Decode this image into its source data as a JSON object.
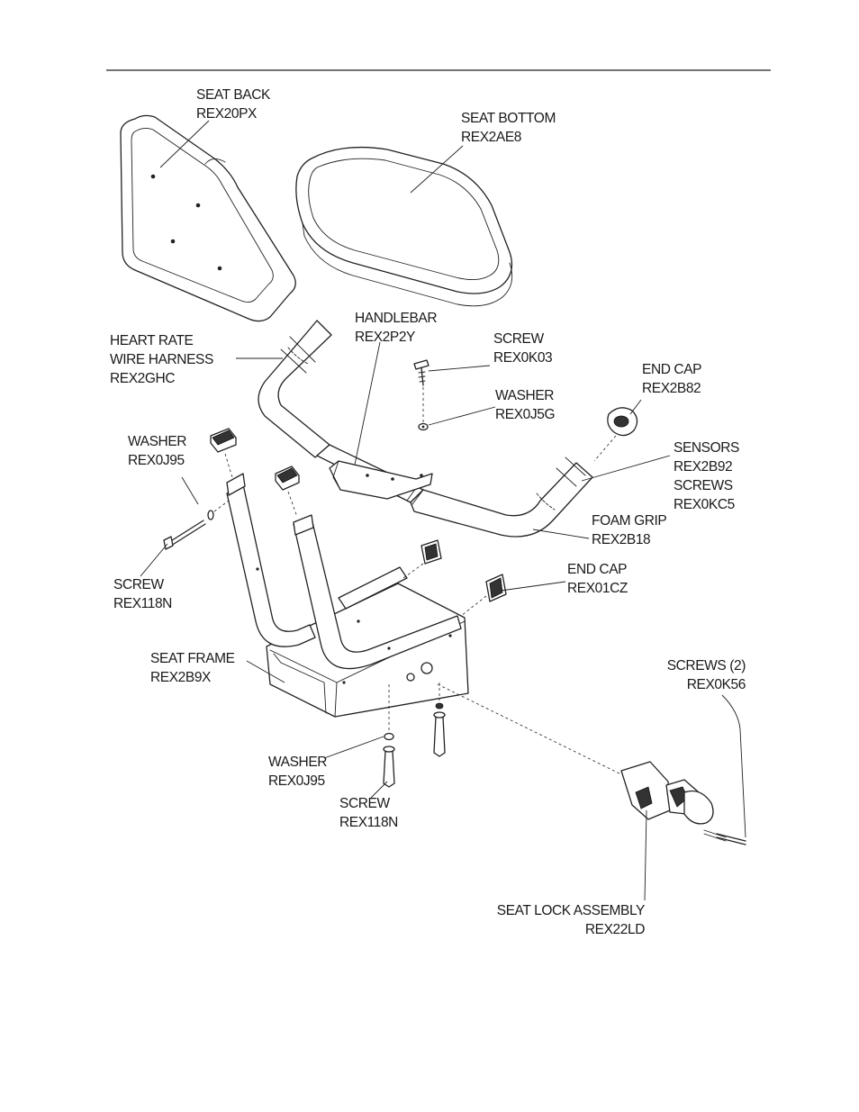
{
  "labels": {
    "seat_back": {
      "name": "SEAT BACK",
      "part": "REX20PX"
    },
    "seat_bottom": {
      "name": "SEAT BOTTOM",
      "part": "REX2AE8"
    },
    "handlebar": {
      "name": "HANDLEBAR",
      "part": "REX2P2Y"
    },
    "heart_rate_harness": {
      "line1": "HEART RATE",
      "line2": "WIRE HARNESS",
      "part": "REX2GHC"
    },
    "screw_top": {
      "name": "SCREW",
      "part": "REX0K03"
    },
    "washer_top": {
      "name": "WASHER",
      "part": "REX0J5G"
    },
    "end_cap_top": {
      "name": "END CAP",
      "part": "REX2B82"
    },
    "sensors": {
      "line1": "SENSORS",
      "part1": "REX2B92",
      "line2": "SCREWS",
      "part2": "REX0KC5"
    },
    "washer_left": {
      "name": "WASHER",
      "part": "REX0J95"
    },
    "foam_grip": {
      "name": "FOAM GRIP",
      "part": "REX2B18"
    },
    "screw_left": {
      "name": "SCREW",
      "part": "REX118N"
    },
    "end_cap_frame": {
      "name": "END CAP",
      "part": "REX01CZ"
    },
    "seat_frame": {
      "name": "SEAT FRAME",
      "part": "REX2B9X"
    },
    "screws_lock": {
      "name": "SCREWS (2)",
      "part": "REX0K56"
    },
    "washer_bottom": {
      "name": "WASHER",
      "part": "REX0J95"
    },
    "screw_bottom": {
      "name": "SCREW",
      "part": "REX118N"
    },
    "seat_lock": {
      "name": "SEAT LOCK ASSEMBLY",
      "part": "REX22LD"
    }
  }
}
